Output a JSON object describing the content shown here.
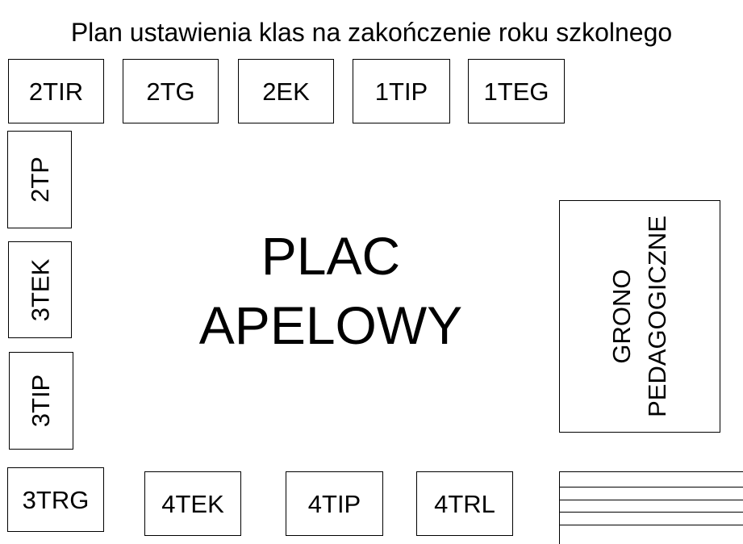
{
  "title": "Plan ustawienia klas na zakończenie roku szkolnego",
  "top_row": [
    "2TIR",
    "2TG",
    "2EK",
    "1TIP",
    "1TEG"
  ],
  "left_column": [
    "2TP",
    "3TEK",
    "3TIP"
  ],
  "bottom_row": [
    "3TRG",
    "4TEK",
    "4TIP",
    "4TRL"
  ],
  "center": {
    "line1": "PLAC",
    "line2": "APELOWY"
  },
  "staff": {
    "line1": "GRONO",
    "line2": "PEDAGOGICZNE"
  }
}
